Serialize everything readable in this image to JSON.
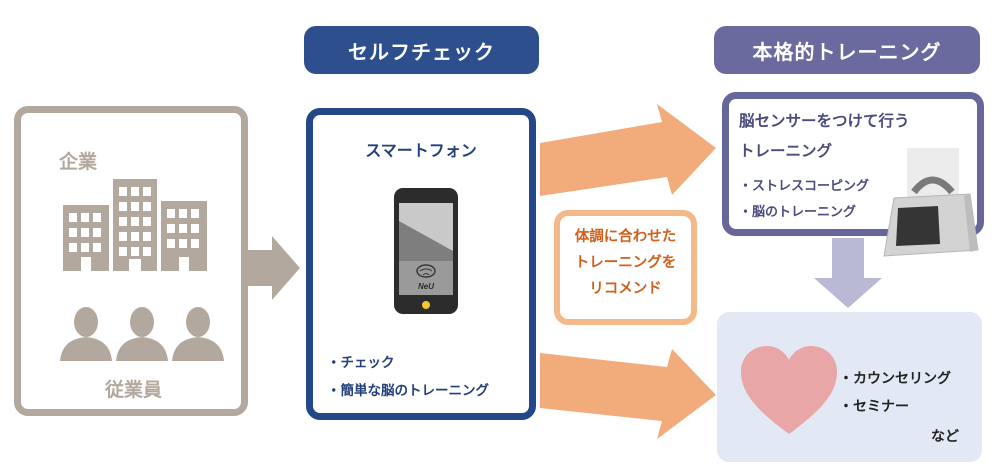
{
  "left": {
    "company_label": "企業",
    "employees_label": "従業員"
  },
  "self_check": {
    "header": "セルフチェック",
    "title": "スマートフォン",
    "phone_logo": "NeU",
    "items": [
      "・チェック",
      "・簡単な脳のトレーニング"
    ]
  },
  "recommend": {
    "lines": [
      "体調に合わせた",
      "トレーニングを",
      "リコメンド"
    ]
  },
  "full_training": {
    "header": "本格的トレーニング",
    "sensor_title_lines": [
      "脳センサーをつけて行う",
      "トレーニング"
    ],
    "sensor_items": [
      "・ストレスコーピング",
      "・脳のトレーニング"
    ],
    "counsel_items": [
      "・カウンセリング",
      "・セミナー"
    ],
    "counsel_etc": "など"
  },
  "colors": {
    "left_panel": "#b3a89d",
    "self_header": "#2e4f8d",
    "self_border": "#244788",
    "orange_arrow": "#f2ab7a",
    "recommend_border": "#f3b98a",
    "recommend_text": "#d0601c",
    "full_header": "#6a6a9e",
    "sensor_border": "#66669a",
    "down_arrow": "#b9b9d6",
    "counsel_bg": "#e2e9f4",
    "heart": "#e8a6a7"
  },
  "icons": [
    "building-icon",
    "person-icon",
    "smartphone-icon",
    "brain-icon",
    "brain-sensor-device-icon",
    "heart-icon"
  ]
}
